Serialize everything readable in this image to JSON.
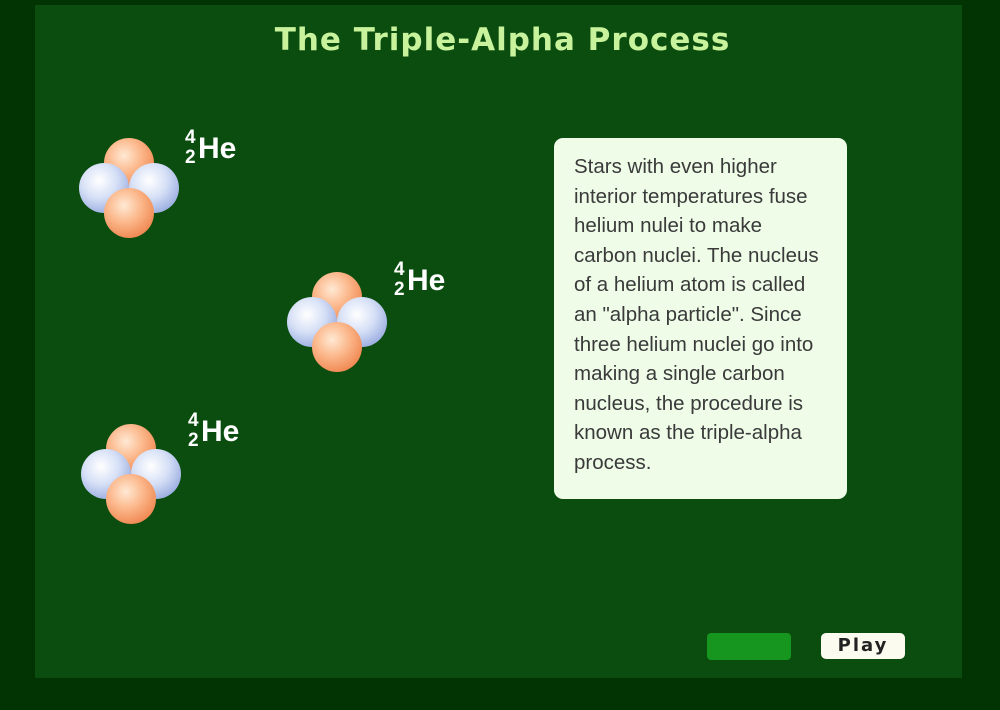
{
  "title": "The Triple-Alpha Process",
  "isotope": {
    "mass_number": "4",
    "atomic_number": "2",
    "symbol": "He"
  },
  "description": "Stars with even higher interior temperatures fuse helium nulei to make carbon nuclei. The nucleus of a helium atom is called an \"alpha particle\". Since three helium nuclei go into making a single carbon nucleus, the procedure is known as the triple-alpha process.",
  "controls": {
    "play_label": "Play"
  },
  "colors": {
    "stage_background": "#0a4d0f",
    "title": "#c8f29c",
    "proton": "#f6a473",
    "neutron": "#b6c3ec",
    "info_box": "#eefce8",
    "progress_bar": "#16951f"
  }
}
